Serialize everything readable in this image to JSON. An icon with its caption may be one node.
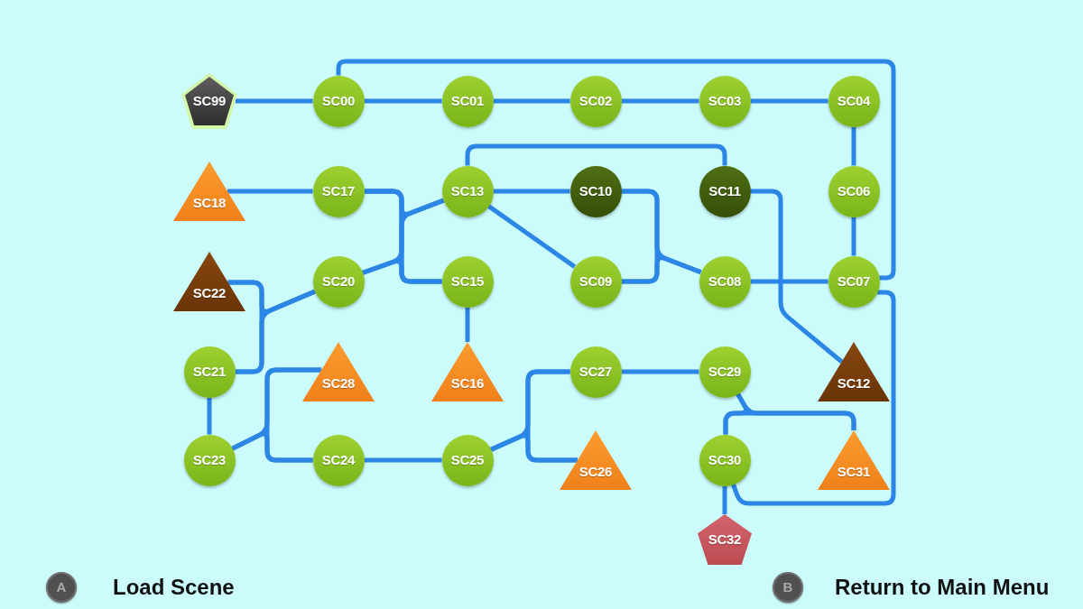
{
  "diagram": {
    "nodes": [
      {
        "text": [
          "SC99"
        ]
      },
      {
        "text": [
          "SC00"
        ]
      },
      {
        "text": [
          "SC01"
        ]
      },
      {
        "text": [
          "SC02"
        ]
      },
      {
        "text": [
          "SC03"
        ]
      },
      {
        "text": [
          "SC04"
        ]
      },
      {
        "text": [
          "SC18"
        ]
      },
      {
        "text": [
          "SC17"
        ]
      },
      {
        "text": [
          "SC13"
        ]
      },
      {
        "text": [
          "SC10"
        ]
      },
      {
        "text": [
          "SC11"
        ]
      },
      {
        "text": [
          "SC06"
        ]
      },
      {
        "text": [
          "SC22"
        ]
      },
      {
        "text": [
          "SC20"
        ]
      },
      {
        "text": [
          "SC15"
        ]
      },
      {
        "text": [
          "SC09"
        ]
      },
      {
        "text": [
          "SC08"
        ]
      },
      {
        "text": [
          "SC07"
        ]
      },
      {
        "text": [
          "SC21"
        ]
      },
      {
        "text": [
          "SC28"
        ]
      },
      {
        "text": [
          "SC16"
        ]
      },
      {
        "text": [
          "SC27"
        ]
      },
      {
        "text": [
          "SC29"
        ]
      },
      {
        "text": [
          "SC12"
        ]
      },
      {
        "text": [
          "SC23"
        ]
      },
      {
        "text": [
          "SC24"
        ]
      },
      {
        "text": [
          "SC25"
        ]
      },
      {
        "text": [
          "SC26"
        ]
      },
      {
        "text": [
          "SC30"
        ]
      },
      {
        "text": [
          "SC31"
        ]
      },
      {
        "text": [
          "SC32"
        ]
      }
    ],
    "edges": [
      {
        "from": 0,
        "to": 1,
        "arrow": "none"
      },
      {
        "from": 1,
        "to": 2,
        "arrow": "none"
      },
      {
        "from": 2,
        "to": 3,
        "arrow": "none"
      },
      {
        "from": 3,
        "to": 4,
        "arrow": "none"
      },
      {
        "from": 4,
        "to": 5,
        "arrow": "none"
      },
      {
        "from": 1,
        "to": 17,
        "arrow": "none"
      },
      {
        "from": 5,
        "to": 11,
        "arrow": "none"
      },
      {
        "from": 11,
        "to": 17,
        "arrow": "none"
      },
      {
        "from": 6,
        "to": 7,
        "arrow": "none"
      },
      {
        "from": 7,
        "to": 14,
        "arrow": "none"
      },
      {
        "from": 8,
        "to": 7,
        "arrow": "none"
      },
      {
        "from": 8,
        "to": 14,
        "arrow": "none"
      },
      {
        "from": 13,
        "to": 7,
        "arrow": "none"
      },
      {
        "from": 13,
        "to": 14,
        "arrow": "none"
      },
      {
        "from": 8,
        "to": 9,
        "arrow": "none"
      },
      {
        "from": 8,
        "to": 15,
        "arrow": "none"
      },
      {
        "from": 8,
        "to": 10,
        "arrow": "none"
      },
      {
        "from": 9,
        "to": 15,
        "arrow": "none"
      },
      {
        "from": 16,
        "to": 9,
        "arrow": "none"
      },
      {
        "from": 16,
        "to": 15,
        "arrow": "none"
      },
      {
        "from": 16,
        "to": 17,
        "arrow": "none"
      },
      {
        "from": 10,
        "to": 23,
        "arrow": "none"
      },
      {
        "from": 12,
        "to": 18,
        "arrow": "none"
      },
      {
        "from": 13,
        "to": 12,
        "arrow": "none"
      },
      {
        "from": 13,
        "to": 18,
        "arrow": "none"
      },
      {
        "from": 14,
        "to": 20,
        "arrow": "none"
      },
      {
        "from": 18,
        "to": 24,
        "arrow": "none"
      },
      {
        "from": 19,
        "to": 25,
        "arrow": "none"
      },
      {
        "from": 24,
        "to": 19,
        "arrow": "none"
      },
      {
        "from": 24,
        "to": 25,
        "arrow": "none"
      },
      {
        "from": 25,
        "to": 26,
        "arrow": "none"
      },
      {
        "from": 21,
        "to": 27,
        "arrow": "none"
      },
      {
        "from": 26,
        "to": 21,
        "arrow": "none"
      },
      {
        "from": 26,
        "to": 27,
        "arrow": "none"
      },
      {
        "from": 21,
        "to": 22,
        "arrow": "none"
      },
      {
        "from": 28,
        "to": 29,
        "arrow": "none"
      },
      {
        "from": 22,
        "to": 28,
        "arrow": "none"
      },
      {
        "from": 22,
        "to": 29,
        "arrow": "none"
      },
      {
        "from": 28,
        "to": 30,
        "arrow": "none"
      },
      {
        "from": 28,
        "to": 17,
        "arrow": "none"
      }
    ],
    "labels": [
      "A",
      "Load Scene",
      "B",
      "Return to Main Menu"
    ]
  }
}
